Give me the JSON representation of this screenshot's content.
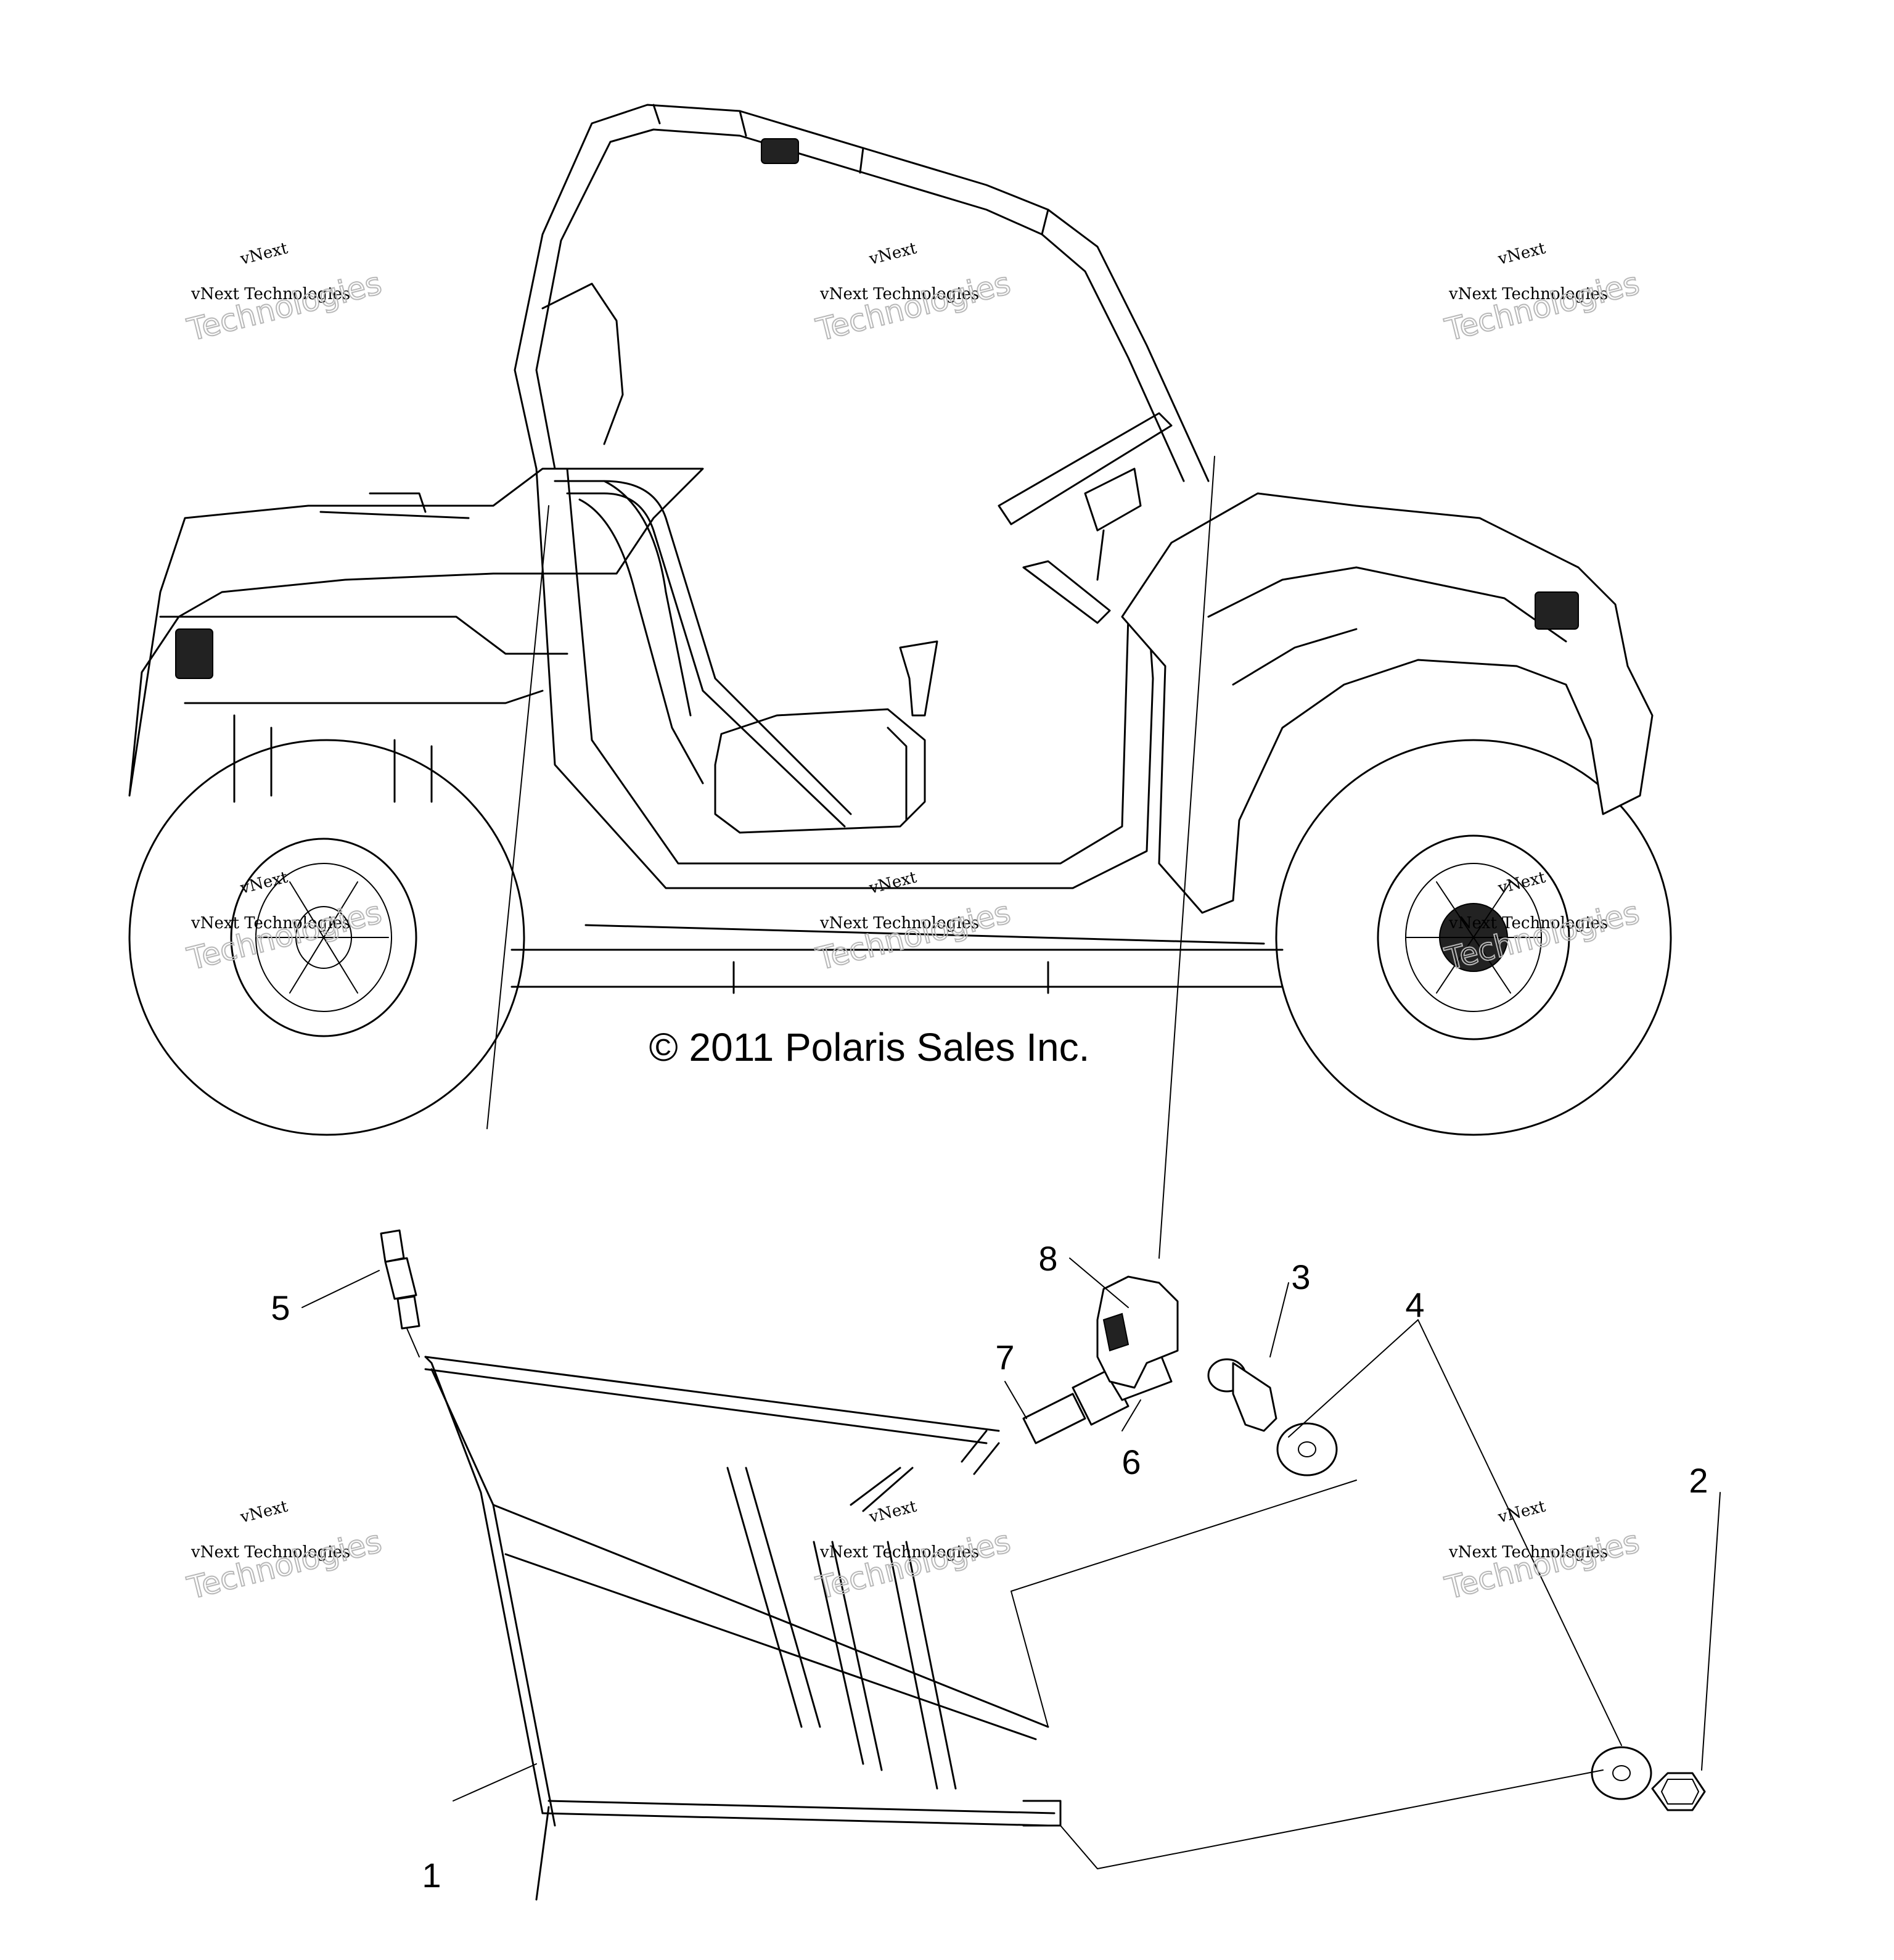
{
  "copyright": "© 2011 Polaris Sales Inc.",
  "callouts": [
    "1",
    "2",
    "3",
    "4",
    "5",
    "6",
    "7",
    "8"
  ],
  "watermark": {
    "brand": "vNext",
    "company": "vNext Technologies",
    "outline": "Technologies"
  }
}
